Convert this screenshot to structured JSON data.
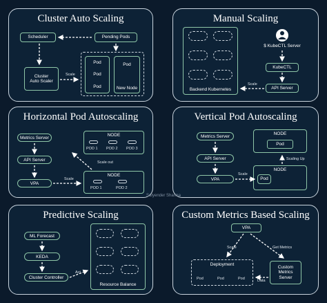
{
  "panels": {
    "cluster_auto_scaling": {
      "title": "Cluster Auto Scaling",
      "scheduler": "Scheduler",
      "pending_pods": "Pending Pods",
      "cluster_auto_scaler": "Cluster\nAuto Scaler",
      "scale": "Scale",
      "pods": [
        "Pod",
        "Pod",
        "Pod"
      ],
      "pod_new": "Pod",
      "new_node": "New Node"
    },
    "manual_scaling": {
      "title": "Manual Scaling",
      "kubectl_server": "$ KubeCTL Server",
      "kubectl": "KubeCTL",
      "api_server": "API Server",
      "scale": "Scale",
      "backend": "Backend Kubernetes"
    },
    "horizontal": {
      "title": "Horizontal Pod Autoscaling",
      "metrics_server": "Metrics Server",
      "api_server": "API Server",
      "vpa": "VPA",
      "scale": "Scale",
      "scale_out": "Scale out",
      "node_top": "NODE",
      "node_top_pods": [
        "POD 1",
        "POD 2",
        "POD 3"
      ],
      "node_bottom": "NODE",
      "node_bottom_pods": [
        "POD 1",
        "POD 2"
      ]
    },
    "vertical": {
      "title": "Vertical Pod Autoscaling",
      "metrics_server": "Metrics Server",
      "api_server": "API Server",
      "vpa": "VPA",
      "scale": "Scale",
      "scaling_up": "Scaling Up",
      "node_top": "NODE",
      "node_top_pod": "Pod",
      "node_bottom": "NODE",
      "node_bottom_pod": "Pod"
    },
    "predictive": {
      "title": "Predictive Scaling",
      "ml_forecast": "ML Forecast",
      "keda": "KEDA",
      "cluster_controller": "Cluster Controller",
      "act": "Act",
      "resource_balance": "Resource Balance"
    },
    "custom_metrics": {
      "title": "Custom Metrics Based Scaling",
      "vpa": "VPA",
      "scale": "Scale",
      "get_metrics": "Get Metrics",
      "deployment": "Deployment",
      "pods": [
        "Pod",
        "Pod",
        "Pod"
      ],
      "custom_metrics_server": "Custom\nMetrics\nServer",
      "data": "Data"
    }
  },
  "watermark": "Satyender Sharma",
  "colors": {
    "background": "#0b1a2b",
    "panel": "#0d2236",
    "node_border": "#8fc7a8",
    "arrow": "#ffffff"
  }
}
